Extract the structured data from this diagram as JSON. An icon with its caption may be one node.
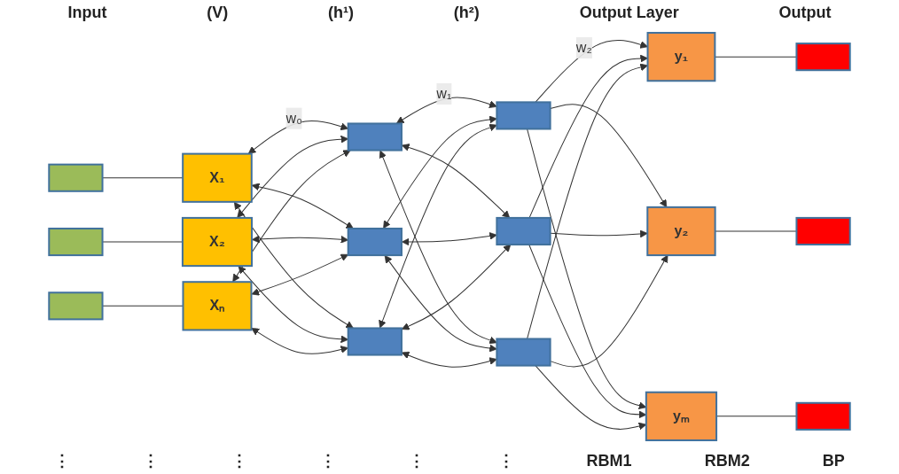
{
  "diagram": {
    "nodes": [
      {
        "text": [],
        "shape": "box"
      },
      {
        "text": [],
        "shape": "box"
      },
      {
        "text": [],
        "shape": "box"
      },
      {
        "text": [
          "X₁"
        ]
      },
      {
        "text": [
          "X₂"
        ]
      },
      {
        "text": [
          "Xₙ"
        ]
      },
      {
        "text": [],
        "shape": "box"
      },
      {
        "text": [],
        "shape": "box"
      },
      {
        "text": [],
        "shape": "box"
      },
      {
        "text": [],
        "shape": "box"
      },
      {
        "text": [],
        "shape": "box"
      },
      {
        "text": [],
        "shape": "box"
      },
      {
        "text": [
          "y₁"
        ]
      },
      {
        "text": [
          "y₂"
        ]
      },
      {
        "text": [
          "yₘ"
        ]
      },
      {
        "text": [],
        "shape": "box"
      },
      {
        "text": [],
        "shape": "box"
      },
      {
        "text": [],
        "shape": "box"
      }
    ],
    "edges": [
      {
        "from": 0,
        "to": 3,
        "arrow": "none"
      },
      {
        "from": 1,
        "to": 4,
        "arrow": "none"
      },
      {
        "from": 2,
        "to": 5,
        "arrow": "none"
      },
      {
        "from": 3,
        "to": 6,
        "arrow": "both",
        "label": "w₀"
      },
      {
        "from": 3,
        "to": 7,
        "arrow": "both"
      },
      {
        "from": 3,
        "to": 8,
        "arrow": "both"
      },
      {
        "from": 4,
        "to": 6,
        "arrow": "both"
      },
      {
        "from": 4,
        "to": 7,
        "arrow": "both"
      },
      {
        "from": 4,
        "to": 8,
        "arrow": "both"
      },
      {
        "from": 5,
        "to": 6,
        "arrow": "both"
      },
      {
        "from": 5,
        "to": 7,
        "arrow": "both"
      },
      {
        "from": 5,
        "to": 8,
        "arrow": "both"
      },
      {
        "from": 6,
        "to": 9,
        "arrow": "both",
        "label": "w₁"
      },
      {
        "from": 6,
        "to": 10,
        "arrow": "both"
      },
      {
        "from": 6,
        "to": 11,
        "arrow": "both"
      },
      {
        "from": 7,
        "to": 9,
        "arrow": "both"
      },
      {
        "from": 7,
        "to": 10,
        "arrow": "both"
      },
      {
        "from": 7,
        "to": 11,
        "arrow": "both"
      },
      {
        "from": 8,
        "to": 9,
        "arrow": "both"
      },
      {
        "from": 8,
        "to": 10,
        "arrow": "both"
      },
      {
        "from": 8,
        "to": 11,
        "arrow": "both"
      },
      {
        "from": 9,
        "to": 12,
        "arrow": "to",
        "label": "w₂"
      },
      {
        "from": 9,
        "to": 13,
        "arrow": "to"
      },
      {
        "from": 9,
        "to": 14,
        "arrow": "to"
      },
      {
        "from": 10,
        "to": 12,
        "arrow": "to"
      },
      {
        "from": 10,
        "to": 13,
        "arrow": "to"
      },
      {
        "from": 10,
        "to": 14,
        "arrow": "to"
      },
      {
        "from": 11,
        "to": 12,
        "arrow": "to"
      },
      {
        "from": 11,
        "to": 13,
        "arrow": "to"
      },
      {
        "from": 11,
        "to": 14,
        "arrow": "to"
      },
      {
        "from": 12,
        "to": 15,
        "arrow": "none"
      },
      {
        "from": 13,
        "to": 16,
        "arrow": "none"
      },
      {
        "from": 14,
        "to": 17,
        "arrow": "none"
      }
    ],
    "labels": [
      "Input",
      "(V)",
      "(h¹)",
      "(h²)",
      "Output Layer",
      "Output",
      "⋮",
      "⋮",
      "⋮",
      "⋮",
      "⋮",
      "⋮",
      "RBM1",
      "RBM2",
      "BP"
    ]
  }
}
